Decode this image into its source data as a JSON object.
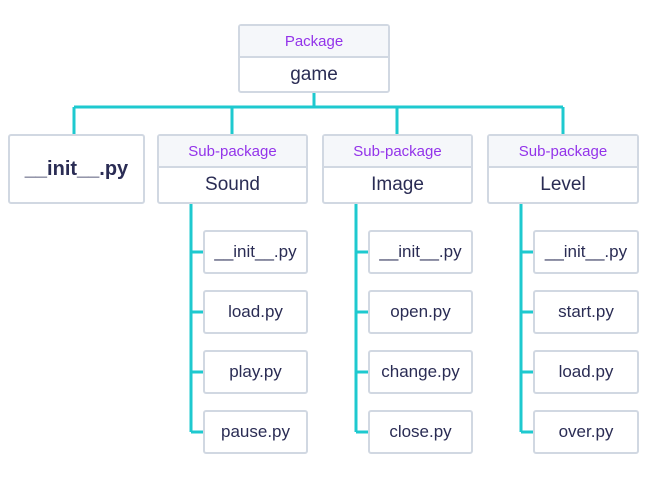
{
  "root": {
    "kind": "Package",
    "name": "game"
  },
  "init": {
    "name": "__init__.py"
  },
  "subpackages": [
    {
      "kind": "Sub-package",
      "name": "Sound",
      "files": [
        "__init__.py",
        "load.py",
        "play.py",
        "pause.py"
      ]
    },
    {
      "kind": "Sub-package",
      "name": "Image",
      "files": [
        "__init__.py",
        "open.py",
        "change.py",
        "close.py"
      ]
    },
    {
      "kind": "Sub-package",
      "name": "Level",
      "files": [
        "__init__.py",
        "start.py",
        "load.py",
        "over.py"
      ]
    }
  ],
  "colors": {
    "connector": "#1ec9cf",
    "border": "#d1d8e2",
    "header_text": "#9333ea",
    "text": "#2a2c54"
  }
}
